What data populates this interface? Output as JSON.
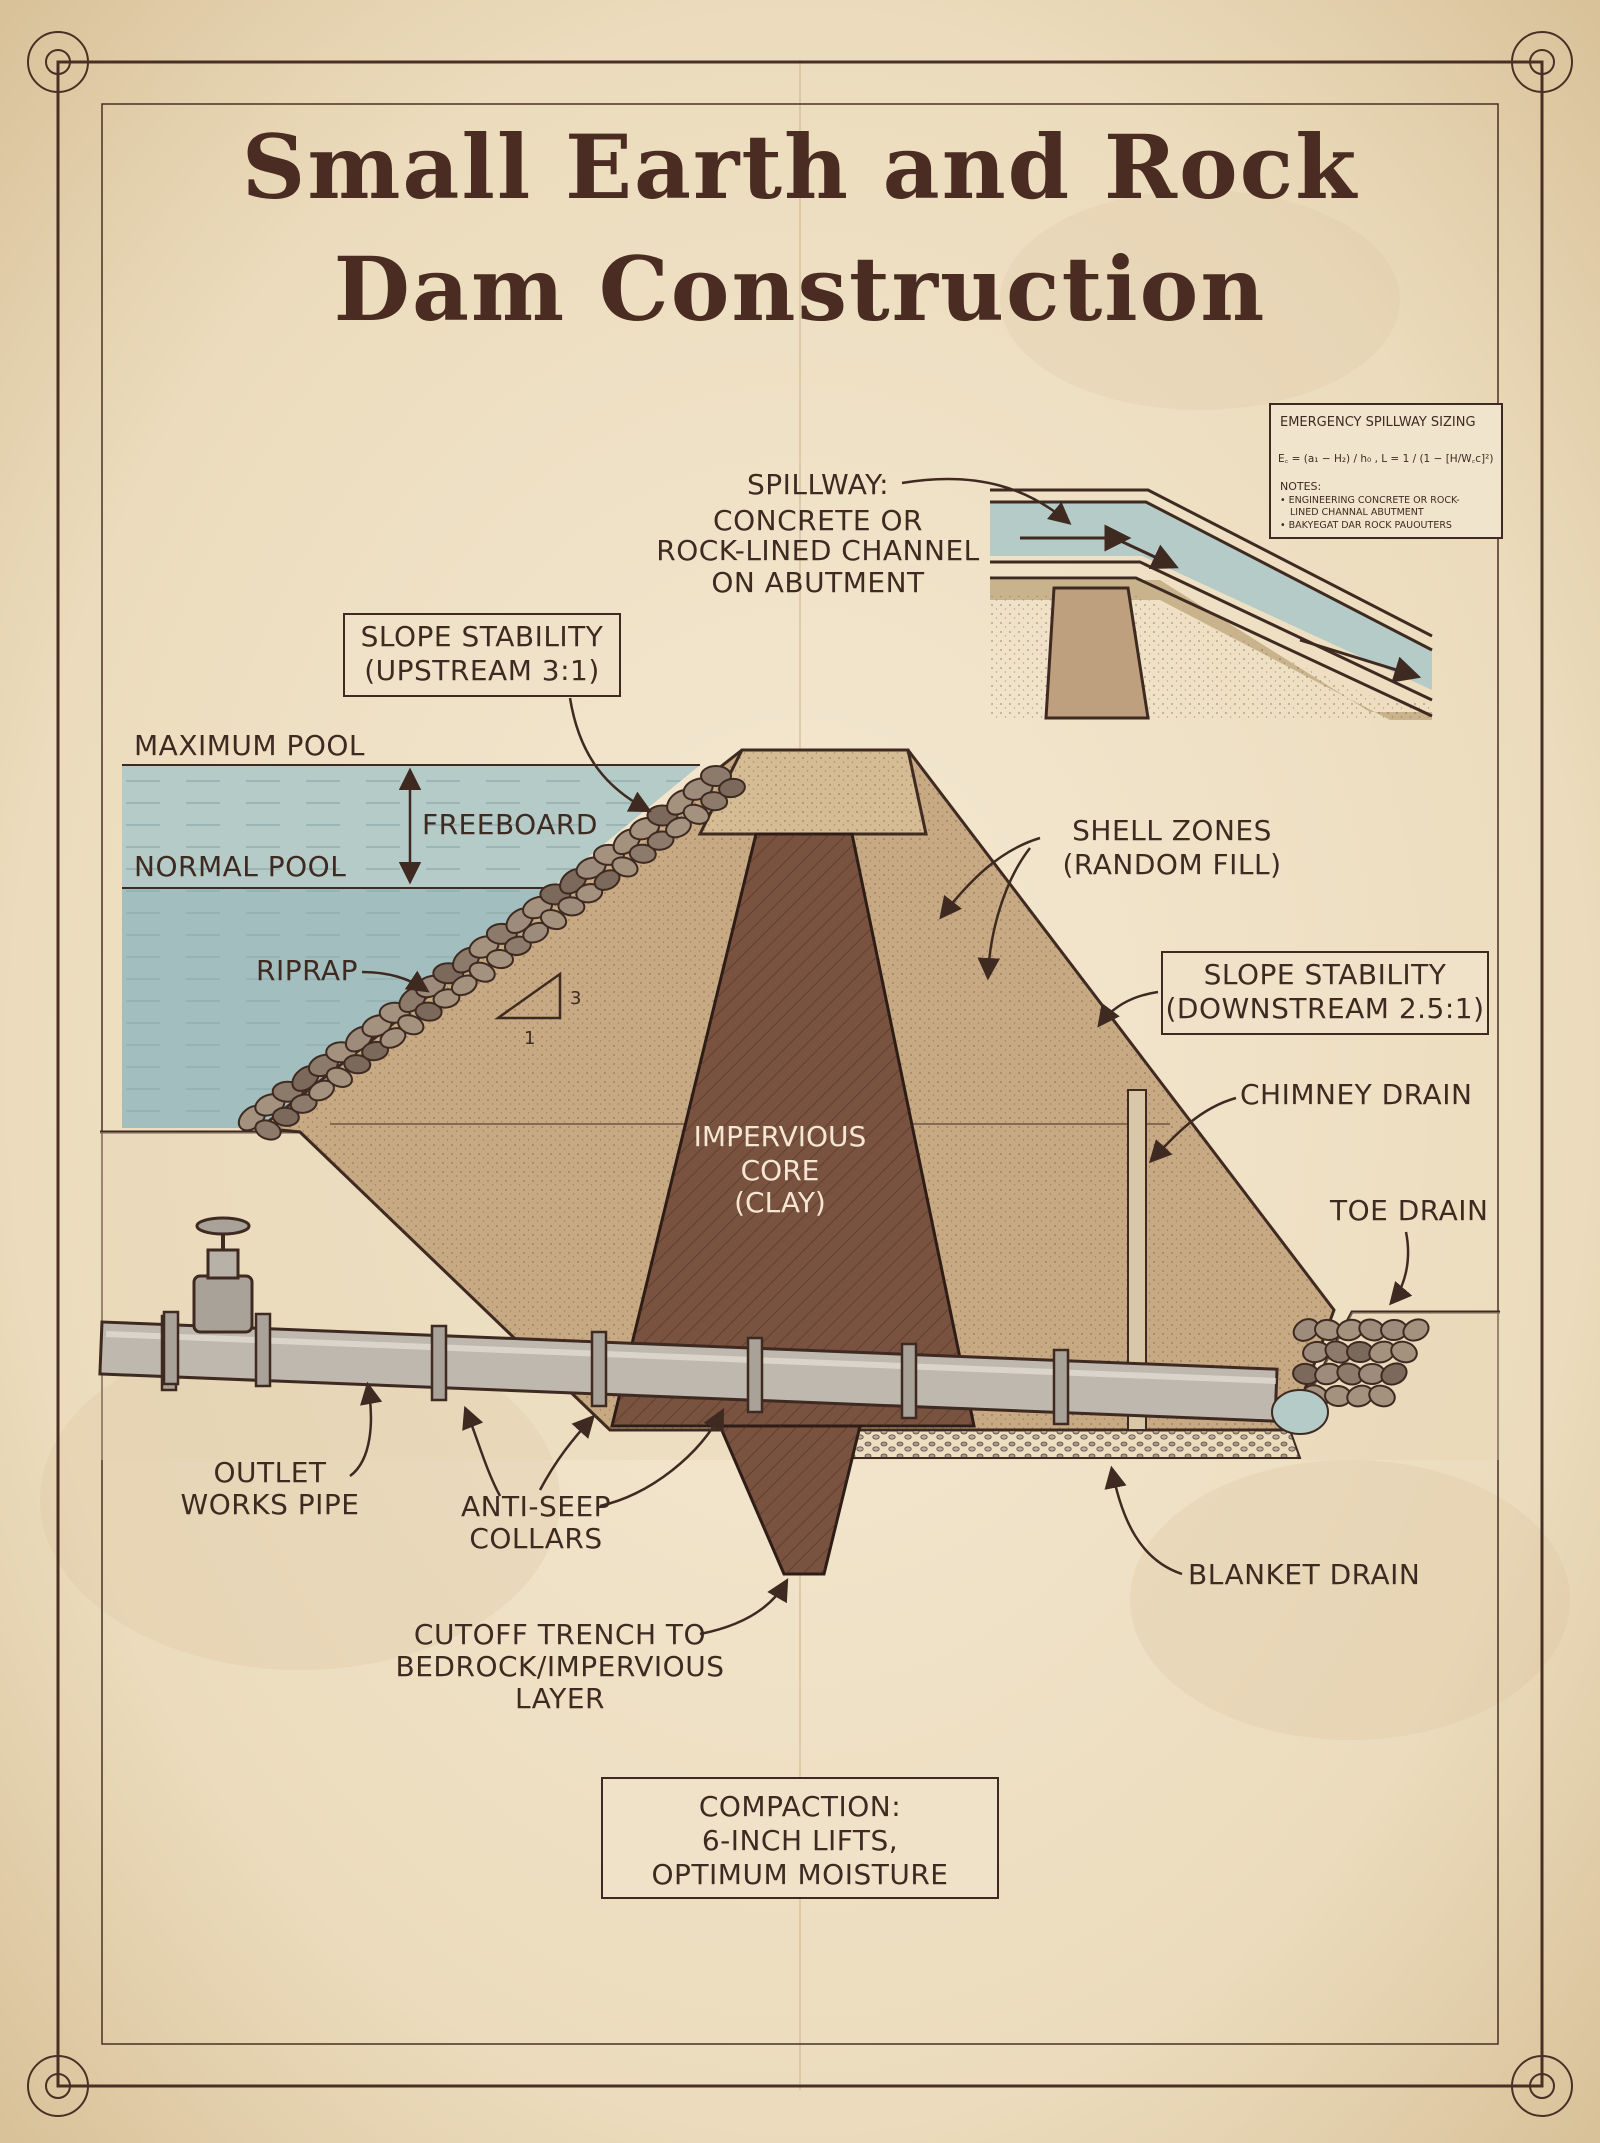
{
  "title": {
    "line1": "Small Earth and Rock",
    "line2": "Dam Construction"
  },
  "spillway_sizing": {
    "heading": "EMERGENCY SPILLWAY SIZING",
    "formula": "E꜀ = (a₁ − H₂) / h₀ ,  L = 1 / (1 − [H/W꜀c]²)",
    "notes_heading": "NOTES:",
    "note1_line1": "• ENGINEERING CONCRETE OR ROCK-",
    "note1_line2": "LINED CHANNAL ABUTMENT",
    "note2": "• BAKYEGAT DAR ROCK PAUOUTERS"
  },
  "labels": {
    "spillway": [
      "SPILLWAY:",
      "CONCRETE OR",
      "ROCK-LINED CHANNEL",
      "ON ABUTMENT"
    ],
    "slope_upstream": [
      "SLOPE STABILITY",
      "(UPSTREAM 3:1)"
    ],
    "maximum_pool": "MAXIMUM POOL",
    "freeboard": "FREEBOARD",
    "normal_pool": "NORMAL POOL",
    "riprap": "RIPRAP",
    "ratio_rise": "3",
    "ratio_run": "1",
    "shell_zones": [
      "SHELL ZONES",
      "(RANDOM FILL)"
    ],
    "slope_downstream": [
      "SLOPE STABILITY",
      "(DOWNSTREAM 2.5:1)"
    ],
    "chimney_drain": "CHIMNEY DRAIN",
    "impervious_core": [
      "IMPERVIOUS",
      "CORE",
      "(CLAY)"
    ],
    "toe_drain": "TOE DRAIN",
    "outlet_pipe": [
      "OUTLET",
      "WORKS PIPE"
    ],
    "anti_seep": [
      "ANTI-SEEP",
      "COLLARS"
    ],
    "blanket_drain": "BLANKET DRAIN",
    "cutoff_trench": [
      "CUTOFF TRENCH TO",
      "BEDROCK/IMPERVIOUS",
      "LAYER"
    ],
    "compaction": [
      "COMPACTION:",
      "6-INCH LIFTS,",
      "OPTIMUM MOISTURE"
    ]
  },
  "colors": {
    "paper": "#efe2c8",
    "ink": "#3e2a21",
    "water": "#b4cbc8",
    "shell": "#c7a983",
    "core": "#7a5240",
    "rock": "#8c7a6b",
    "pipe": "#bfb8ae"
  }
}
